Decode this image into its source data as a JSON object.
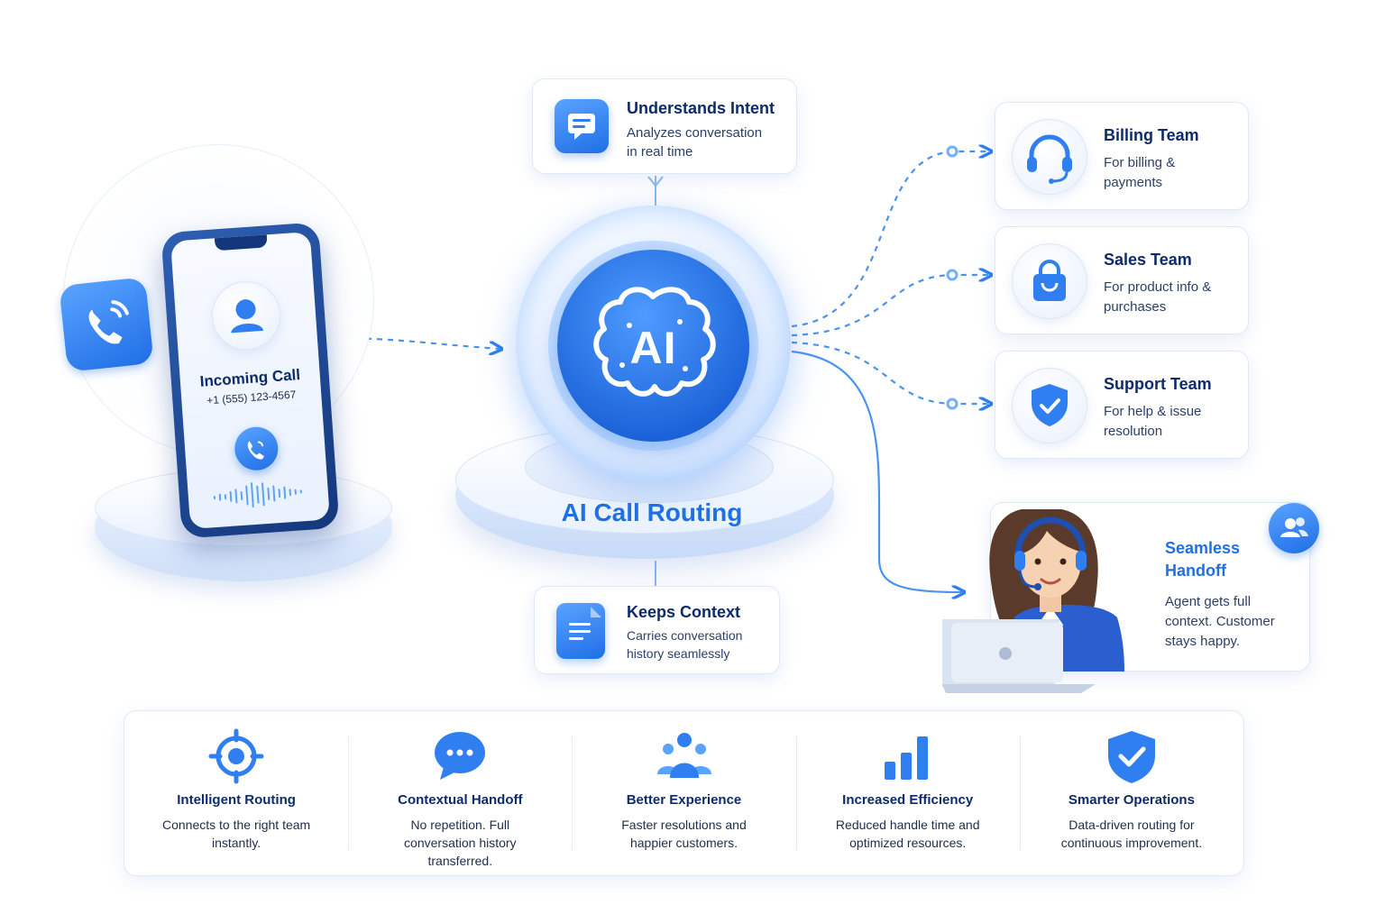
{
  "colors": {
    "primary": "#1f6fe6",
    "primary_light": "#5aa3ff",
    "navy": "#0d2a6b",
    "connector": "#4b92f0"
  },
  "phone": {
    "title": "Incoming Call",
    "number": "+1 (555) 123-4567",
    "icons": [
      "user-icon",
      "phone-call-icon",
      "waveform-icon"
    ]
  },
  "hub": {
    "badge": "AI",
    "label": "AI Call Routing"
  },
  "intent_card": {
    "title": "Understands Intent",
    "line1": "Analyzes conversation",
    "line2": "in real time",
    "icon": "chat-icon"
  },
  "context_card": {
    "title": "Keeps Context",
    "line1": "Carries conversation",
    "line2": "history seamlessly",
    "icon": "document-icon"
  },
  "teams": [
    {
      "title": "Billing Team",
      "line1": "For billing &",
      "line2": "payments",
      "icon": "headset-icon"
    },
    {
      "title": "Sales Team",
      "line1": "For product info &",
      "line2": "purchases",
      "icon": "shopping-bag-icon"
    },
    {
      "title": "Support Team",
      "line1": "For help & issue",
      "line2": "resolution",
      "icon": "shield-check-icon"
    }
  ],
  "handoff": {
    "title1": "Seamless",
    "title2": "Handoff",
    "line1": "Agent gets full",
    "line2": "context. Customer",
    "line3": "stays happy.",
    "icon": "users-icon"
  },
  "benefits": [
    {
      "title": "Intelligent Routing",
      "lines": [
        "Connects to the right team",
        "instantly."
      ],
      "icon": "target-icon"
    },
    {
      "title": "Contextual Handoff",
      "lines": [
        "No repetition. Full",
        "conversation history",
        "transferred."
      ],
      "icon": "chat-bubble-icon"
    },
    {
      "title": "Better Experience",
      "lines": [
        "Faster resolutions and",
        "happier customers."
      ],
      "icon": "people-icon"
    },
    {
      "title": "Increased Efficiency",
      "lines": [
        "Reduced handle time and",
        "optimized resources."
      ],
      "icon": "bar-chart-icon"
    },
    {
      "title": "Smarter Operations",
      "lines": [
        "Data-driven routing for",
        "continuous improvement."
      ],
      "icon": "shield-check-icon"
    }
  ]
}
